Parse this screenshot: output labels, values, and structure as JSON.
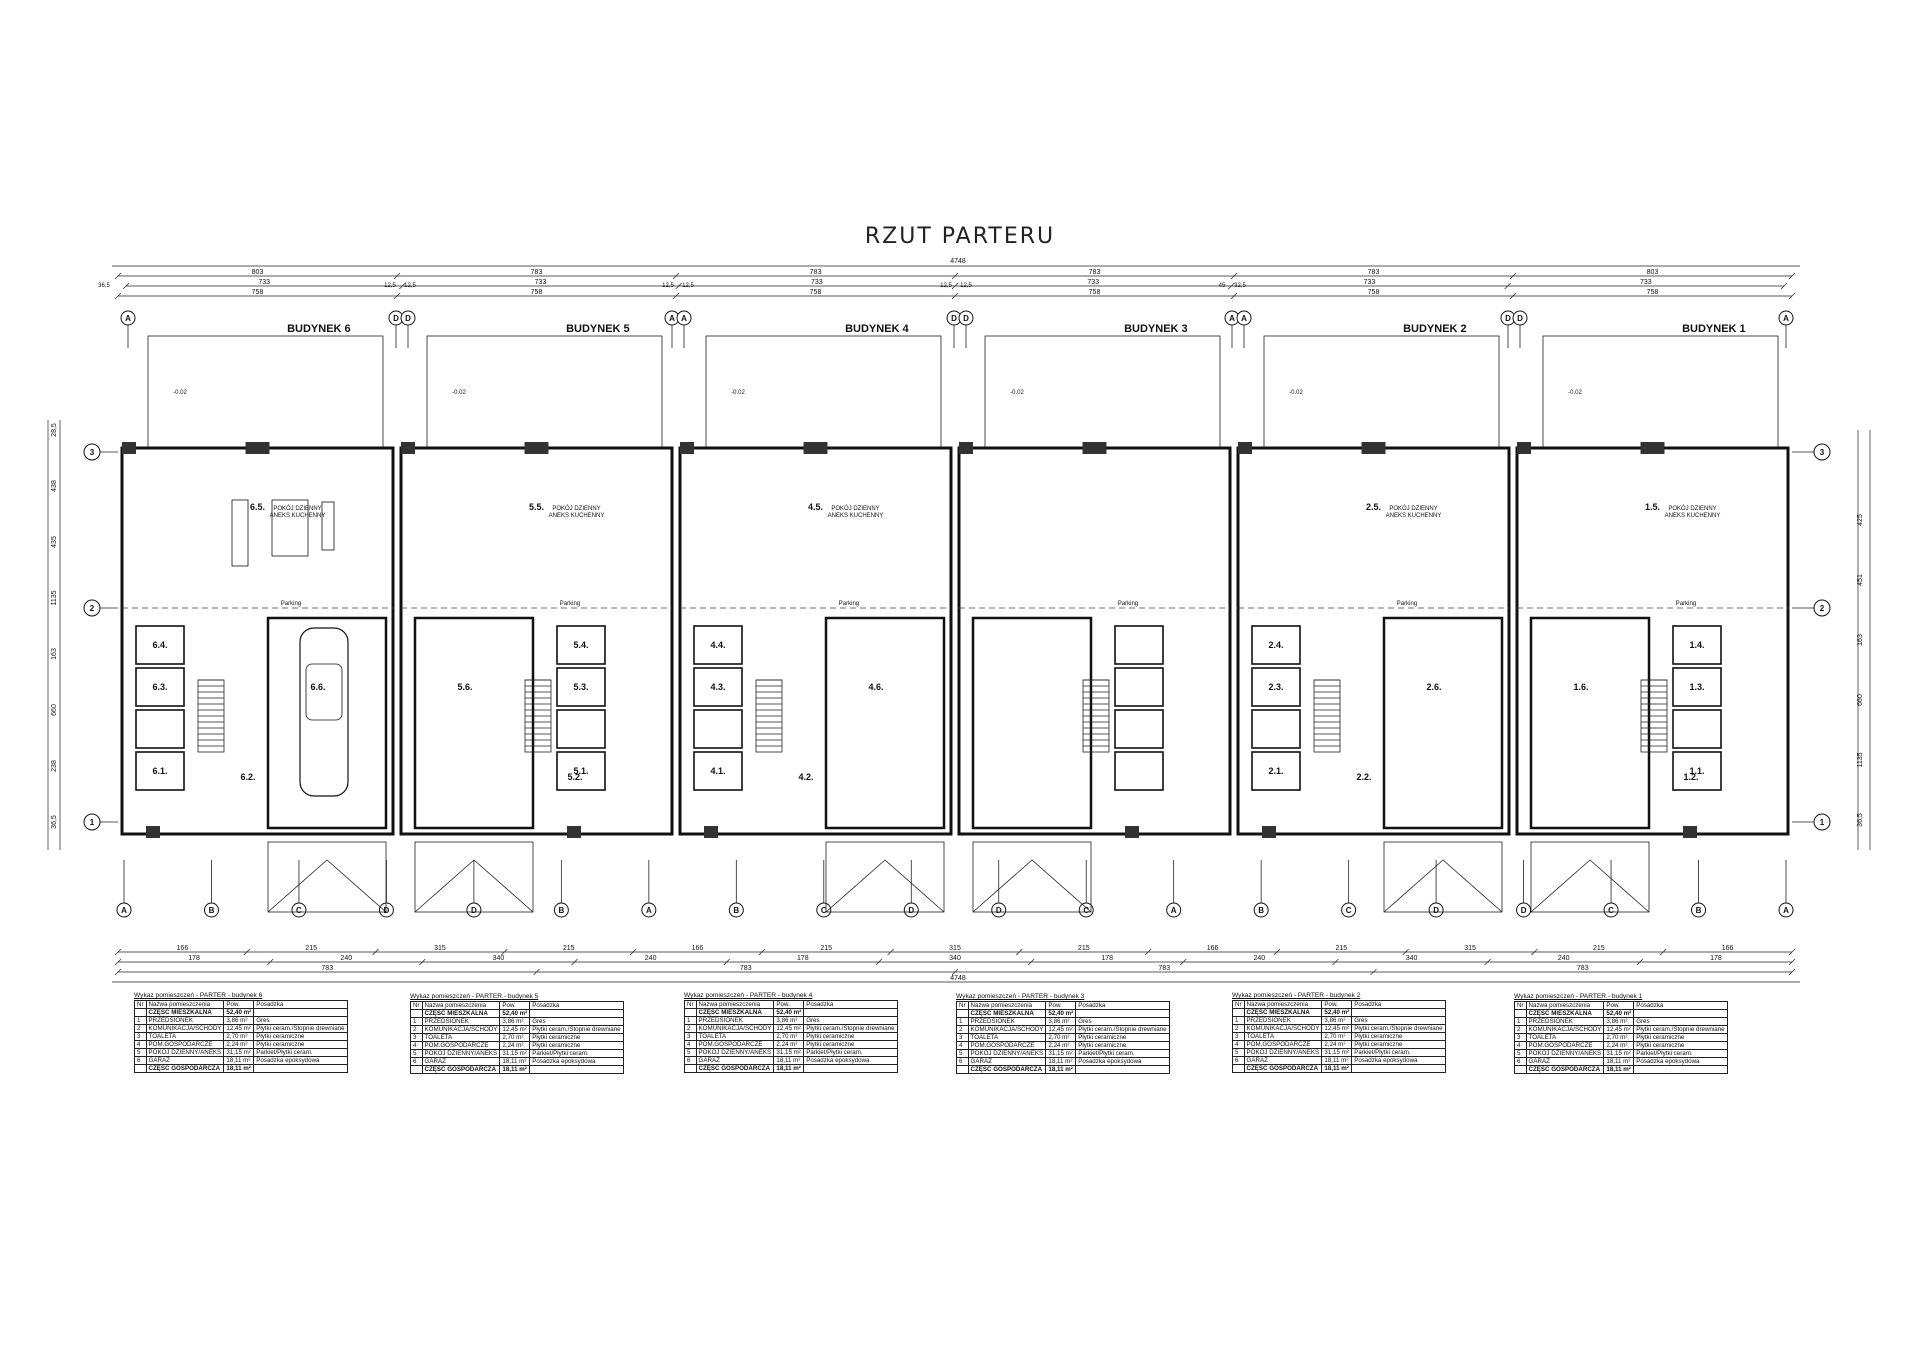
{
  "title": "RZUT PARTERU",
  "dimensions": {
    "top_total": "4748",
    "top_row1": [
      "803",
      "783",
      "783",
      "783",
      "783",
      "803"
    ],
    "top_row2": [
      "733",
      "733",
      "733",
      "733",
      "733",
      "733"
    ],
    "top_row3": [
      "758",
      "758",
      "758",
      "758",
      "758",
      "758"
    ],
    "top_small": [
      "36,5",
      "12,5",
      "12,5",
      "12,5",
      "12,5",
      "12,5",
      "12,5",
      "45",
      "32,5"
    ],
    "bottom_row1": [
      "166",
      "215",
      "315",
      "215",
      "166",
      "215",
      "315",
      "215",
      "166",
      "215",
      "315",
      "215",
      "166"
    ],
    "bottom_row2": [
      "178",
      "240",
      "340",
      "240",
      "178",
      "340",
      "178",
      "240",
      "340",
      "240",
      "178"
    ],
    "bottom_row3": [
      "783",
      "783",
      "783",
      "783"
    ],
    "bottom_total": "4748",
    "left_side": [
      "28,5",
      "438",
      "435",
      "1135",
      "163",
      "660",
      "238",
      "36,5"
    ],
    "right_side": [
      "425",
      "451",
      "163",
      "660",
      "1135",
      "36,5"
    ]
  },
  "buildings": [
    {
      "label": "BUDYNEK 6",
      "living": "6.5. POKÓJ DZIENNY ANEKS KUCHENNY",
      "hall": "6.4.",
      "wc": "6.3. TOALETA",
      "utility": "6.1. PRZEDSIONEK",
      "corr": "6.2. KOMUNIKACJA",
      "garage": "6.6. GARAŻ"
    },
    {
      "label": "BUDYNEK 5",
      "living": "5.5. POKÓJ DZIENNY ANEKS KUCHENNY",
      "hall": "5.4. POM.GOSP.",
      "wc": "5.3. TOALETA",
      "utility": "5.1. PRZEDSIONEK",
      "corr": "5.2. KOMUNIKACJA",
      "garage": "5.6. GARAŻ"
    },
    {
      "label": "BUDYNEK 4",
      "living": "4.5. POKÓJ DZIENNY ANEKS KUCHENNY",
      "hall": "4.4. POM.GOSP.",
      "wc": "4.3. TOALETA",
      "utility": "4.1. PRZEDSIONEK",
      "corr": "4.2. KOMUNIKACJA",
      "garage": "4.6. GARAŻ"
    },
    {
      "label": "BUDYNEK 3",
      "living": "",
      "hall": "",
      "wc": "",
      "utility": "",
      "corr": "",
      "garage": ""
    },
    {
      "label": "BUDYNEK 2",
      "living": "2.5. POKÓJ DZIENNY ANEKS KUCHENNY",
      "hall": "2.4. POM.GOSP.",
      "wc": "2.3. TOALETA",
      "utility": "2.1. PRZEDSIONEK",
      "corr": "2.2. KOMUNIKACJA",
      "garage": "2.6. GARAŻ"
    },
    {
      "label": "BUDYNEK 1",
      "living": "1.5. POKÓJ DZIENNY ANEKS KUCHENNY",
      "hall": "1.4. POM.GOSP.",
      "wc": "1.3. TOALETA",
      "utility": "1.1. PRZEDSIONEK",
      "corr": "1.2. KOMUNIKACJA",
      "garage": "1.6. GARAŻ"
    }
  ],
  "axes_top": [
    "A",
    "D",
    "D",
    "A",
    "A",
    "D",
    "D",
    "A",
    "A",
    "D",
    "D",
    "A"
  ],
  "axes_bottom": [
    "A",
    "B",
    "C",
    "D",
    "D",
    "B",
    "A",
    "B",
    "C",
    "D",
    "D",
    "C",
    "A",
    "B",
    "C",
    "D",
    "D",
    "C",
    "B",
    "A"
  ],
  "grid_rows": [
    "3",
    "2",
    "1"
  ],
  "terrace_level": "-0.02",
  "parking_note": "Parking",
  "schedules": [
    {
      "caption": "Wykaz pomieszczeń - PARTER - budynek 6",
      "headers": [
        "Nr",
        "Nazwa pomieszczenia",
        "Pow.",
        "Posadzka"
      ],
      "rows": [
        {
          "nr": "",
          "name": "CZĘŚĆ MIESZKALNA",
          "area": "52,40 m²",
          "floor": "",
          "section": true
        },
        {
          "nr": "1",
          "name": "PRZEDSIONEK",
          "area": "3,86 m²",
          "floor": "Gres"
        },
        {
          "nr": "2",
          "name": "KOMUNIKACJA/SCHODY",
          "area": "12,45 m²",
          "floor": "Płytki ceram./Stopnie drewniane"
        },
        {
          "nr": "3",
          "name": "TOALETA",
          "area": "2,70 m²",
          "floor": "Płytki ceramiczne"
        },
        {
          "nr": "4",
          "name": "POM.GOSPODARCZE",
          "area": "2,24 m²",
          "floor": "Płytki ceramiczne"
        },
        {
          "nr": "5",
          "name": "POKÓJ DZIENNY/ANEKS",
          "area": "31,15 m²",
          "floor": "Parkiet/Płytki ceram."
        },
        {
          "nr": "6",
          "name": "GARAŻ",
          "area": "18,11 m²",
          "floor": "Posadzka epoksydowa"
        },
        {
          "nr": "",
          "name": "CZĘŚĆ GOSPODARCZA",
          "area": "18,11 m²",
          "floor": "",
          "section": true
        }
      ]
    },
    {
      "caption": "Wykaz pomieszczeń - PARTER - budynek 5",
      "headers": [
        "Nr",
        "Nazwa pomieszczenia",
        "Pow.",
        "Posadzka"
      ],
      "rows": [
        {
          "nr": "",
          "name": "CZĘŚĆ MIESZKALNA",
          "area": "52,40 m²",
          "floor": "",
          "section": true
        },
        {
          "nr": "1",
          "name": "PRZEDSIONEK",
          "area": "3,86 m²",
          "floor": "Gres"
        },
        {
          "nr": "2",
          "name": "KOMUNIKACJA/SCHODY",
          "area": "12,45 m²",
          "floor": "Płytki ceram./Stopnie drewniane"
        },
        {
          "nr": "3",
          "name": "TOALETA",
          "area": "2,70 m²",
          "floor": "Płytki ceramiczne"
        },
        {
          "nr": "4",
          "name": "POM.GOSPODARCZE",
          "area": "2,24 m²",
          "floor": "Płytki ceramiczne"
        },
        {
          "nr": "5",
          "name": "POKÓJ DZIENNY/ANEKS",
          "area": "31,15 m²",
          "floor": "Parkiet/Płytki ceram."
        },
        {
          "nr": "6",
          "name": "GARAŻ",
          "area": "18,11 m²",
          "floor": "Posadzka epoksydowa"
        },
        {
          "nr": "",
          "name": "CZĘŚĆ GOSPODARCZA",
          "area": "18,11 m²",
          "floor": "",
          "section": true
        }
      ]
    },
    {
      "caption": "Wykaz pomieszczeń - PARTER - budynek 4",
      "headers": [
        "Nr",
        "Nazwa pomieszczenia",
        "Pow.",
        "Posadzka"
      ],
      "rows": [
        {
          "nr": "",
          "name": "CZĘŚĆ MIESZKALNA",
          "area": "52,40 m²",
          "floor": "",
          "section": true
        },
        {
          "nr": "1",
          "name": "PRZEDSIONEK",
          "area": "3,86 m²",
          "floor": "Gres"
        },
        {
          "nr": "2",
          "name": "KOMUNIKACJA/SCHODY",
          "area": "12,45 m²",
          "floor": "Płytki ceram./Stopnie drewniane"
        },
        {
          "nr": "3",
          "name": "TOALETA",
          "area": "2,70 m²",
          "floor": "Płytki ceramiczne"
        },
        {
          "nr": "4",
          "name": "POM.GOSPODARCZE",
          "area": "2,24 m²",
          "floor": "Płytki ceramiczne"
        },
        {
          "nr": "5",
          "name": "POKÓJ DZIENNY/ANEKS",
          "area": "31,15 m²",
          "floor": "Parkiet/Płytki ceram."
        },
        {
          "nr": "6",
          "name": "GARAŻ",
          "area": "18,11 m²",
          "floor": "Posadzka epoksydowa"
        },
        {
          "nr": "",
          "name": "CZĘŚĆ GOSPODARCZA",
          "area": "18,11 m²",
          "floor": "",
          "section": true
        }
      ]
    },
    {
      "caption": "Wykaz pomieszczeń - PARTER - budynek 3",
      "headers": [
        "Nr",
        "Nazwa pomieszczenia",
        "Pow.",
        "Posadzka"
      ],
      "rows": [
        {
          "nr": "",
          "name": "CZĘŚĆ MIESZKALNA",
          "area": "52,40 m²",
          "floor": "",
          "section": true
        },
        {
          "nr": "1",
          "name": "PRZEDSIONEK",
          "area": "3,86 m²",
          "floor": "Gres"
        },
        {
          "nr": "2",
          "name": "KOMUNIKACJA/SCHODY",
          "area": "12,45 m²",
          "floor": "Płytki ceram./Stopnie drewniane"
        },
        {
          "nr": "3",
          "name": "TOALETA",
          "area": "2,70 m²",
          "floor": "Płytki ceramiczne"
        },
        {
          "nr": "4",
          "name": "POM.GOSPODARCZE",
          "area": "2,24 m²",
          "floor": "Płytki ceramiczne"
        },
        {
          "nr": "5",
          "name": "POKÓJ DZIENNY/ANEKS",
          "area": "31,15 m²",
          "floor": "Parkiet/Płytki ceram."
        },
        {
          "nr": "6",
          "name": "GARAŻ",
          "area": "18,11 m²",
          "floor": "Posadzka epoksydowa"
        },
        {
          "nr": "",
          "name": "CZĘŚĆ GOSPODARCZA",
          "area": "18,11 m²",
          "floor": "",
          "section": true
        }
      ]
    },
    {
      "caption": "Wykaz pomieszczeń - PARTER - budynek 2",
      "headers": [
        "Nr",
        "Nazwa pomieszczenia",
        "Pow.",
        "Posadzka"
      ],
      "rows": [
        {
          "nr": "",
          "name": "CZĘŚĆ MIESZKALNA",
          "area": "52,40 m²",
          "floor": "",
          "section": true
        },
        {
          "nr": "1",
          "name": "PRZEDSIONEK",
          "area": "3,86 m²",
          "floor": "Gres"
        },
        {
          "nr": "2",
          "name": "KOMUNIKACJA/SCHODY",
          "area": "12,45 m²",
          "floor": "Płytki ceram./Stopnie drewniane"
        },
        {
          "nr": "3",
          "name": "TOALETA",
          "area": "2,70 m²",
          "floor": "Płytki ceramiczne"
        },
        {
          "nr": "4",
          "name": "POM.GOSPODARCZE",
          "area": "2,24 m²",
          "floor": "Płytki ceramiczne"
        },
        {
          "nr": "5",
          "name": "POKÓJ DZIENNY/ANEKS",
          "area": "31,15 m²",
          "floor": "Parkiet/Płytki ceram."
        },
        {
          "nr": "6",
          "name": "GARAŻ",
          "area": "18,11 m²",
          "floor": "Posadzka epoksydowa"
        },
        {
          "nr": "",
          "name": "CZĘŚĆ GOSPODARCZA",
          "area": "18,11 m²",
          "floor": "",
          "section": true
        }
      ]
    },
    {
      "caption": "Wykaz pomieszczeń - PARTER - budynek 1",
      "headers": [
        "Nr",
        "Nazwa pomieszczenia",
        "Pow.",
        "Posadzka"
      ],
      "rows": [
        {
          "nr": "",
          "name": "CZĘŚĆ MIESZKALNA",
          "area": "52,40 m²",
          "floor": "",
          "section": true
        },
        {
          "nr": "1",
          "name": "PRZEDSIONEK",
          "area": "3,86 m²",
          "floor": "Gres"
        },
        {
          "nr": "2",
          "name": "KOMUNIKACJA/SCHODY",
          "area": "12,45 m²",
          "floor": "Płytki ceram./Stopnie drewniane"
        },
        {
          "nr": "3",
          "name": "TOALETA",
          "area": "2,70 m²",
          "floor": "Płytki ceramiczne"
        },
        {
          "nr": "4",
          "name": "POM.GOSPODARCZE",
          "area": "2,24 m²",
          "floor": "Płytki ceramiczne"
        },
        {
          "nr": "5",
          "name": "POKÓJ DZIENNY/ANEKS",
          "area": "31,15 m²",
          "floor": "Parkiet/Płytki ceram."
        },
        {
          "nr": "6",
          "name": "GARAŻ",
          "area": "18,11 m²",
          "floor": "Posadzka epoksydowa"
        },
        {
          "nr": "",
          "name": "CZĘŚĆ GOSPODARCZA",
          "area": "18,11 m²",
          "floor": "",
          "section": true
        }
      ]
    }
  ]
}
